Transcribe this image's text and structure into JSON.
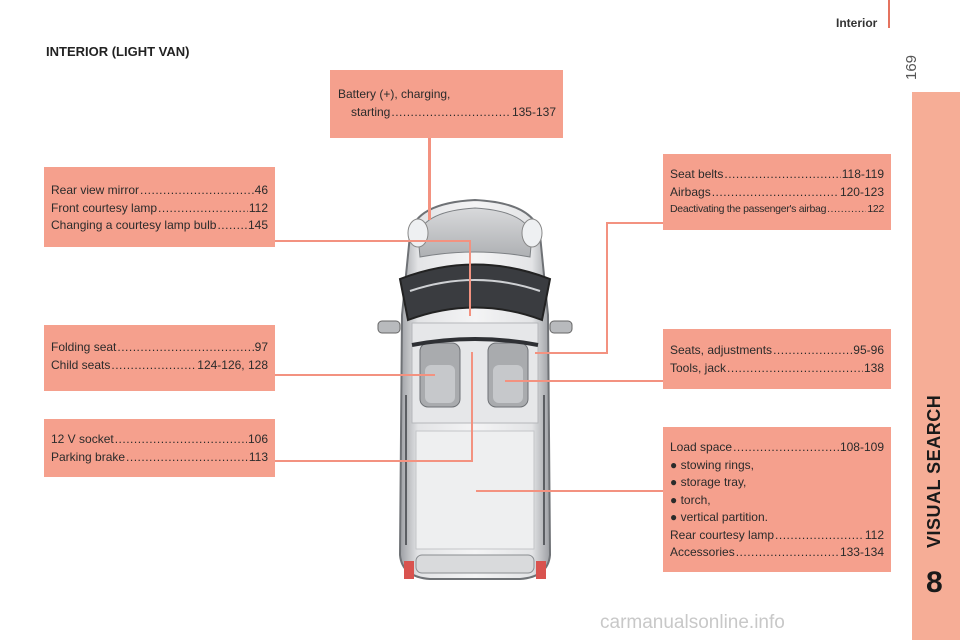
{
  "header": {
    "title": "Interior",
    "page_number": "169"
  },
  "section_title": "INTERIOR (LIGHT VAN)",
  "side_tab": {
    "label": "VISUAL SEARCH",
    "number": "8"
  },
  "callouts": {
    "battery": {
      "line1": "Battery (+), charging,",
      "rows": [
        {
          "text": "starting",
          "page": "135-137"
        }
      ]
    },
    "mirror": {
      "rows": [
        {
          "text": "Rear view mirror",
          "page": "46"
        },
        {
          "text": "Front courtesy lamp",
          "page": "112"
        },
        {
          "text": "Changing a courtesy lamp bulb",
          "page": "145"
        }
      ]
    },
    "folding": {
      "rows": [
        {
          "text": "Folding seat",
          "page": "97"
        },
        {
          "text": "Child seats",
          "page": "124-126, 128"
        }
      ]
    },
    "socket": {
      "rows": [
        {
          "text": "12 V socket",
          "page": "106"
        },
        {
          "text": "Parking brake",
          "page": "113"
        }
      ]
    },
    "seatbelts": {
      "rows": [
        {
          "text": "Seat belts",
          "page": "118-119"
        },
        {
          "text": "Airbags",
          "page": "120-123"
        }
      ],
      "small_row": {
        "text": "Deactivating the passenger's airbag",
        "page": "122"
      }
    },
    "seats": {
      "rows": [
        {
          "text": "Seats, adjustments",
          "page": "95-96"
        },
        {
          "text": "Tools, jack",
          "page": "138"
        }
      ]
    },
    "load": {
      "row1": {
        "text": "Load space",
        "page": "108-109"
      },
      "bullets": [
        "● stowing rings,",
        "● storage tray,",
        "● torch,",
        "● vertical partition."
      ],
      "rows": [
        {
          "text": "Rear courtesy lamp",
          "page": "112"
        },
        {
          "text": "Accessories",
          "page": "133-134"
        }
      ]
    }
  },
  "watermark": "carmanualsonline.info",
  "colors": {
    "callout_bg": "#f5a08d",
    "side_tab": "#f6ad96",
    "leader_line": "#f39280",
    "accent_rule": "#e5735f"
  }
}
